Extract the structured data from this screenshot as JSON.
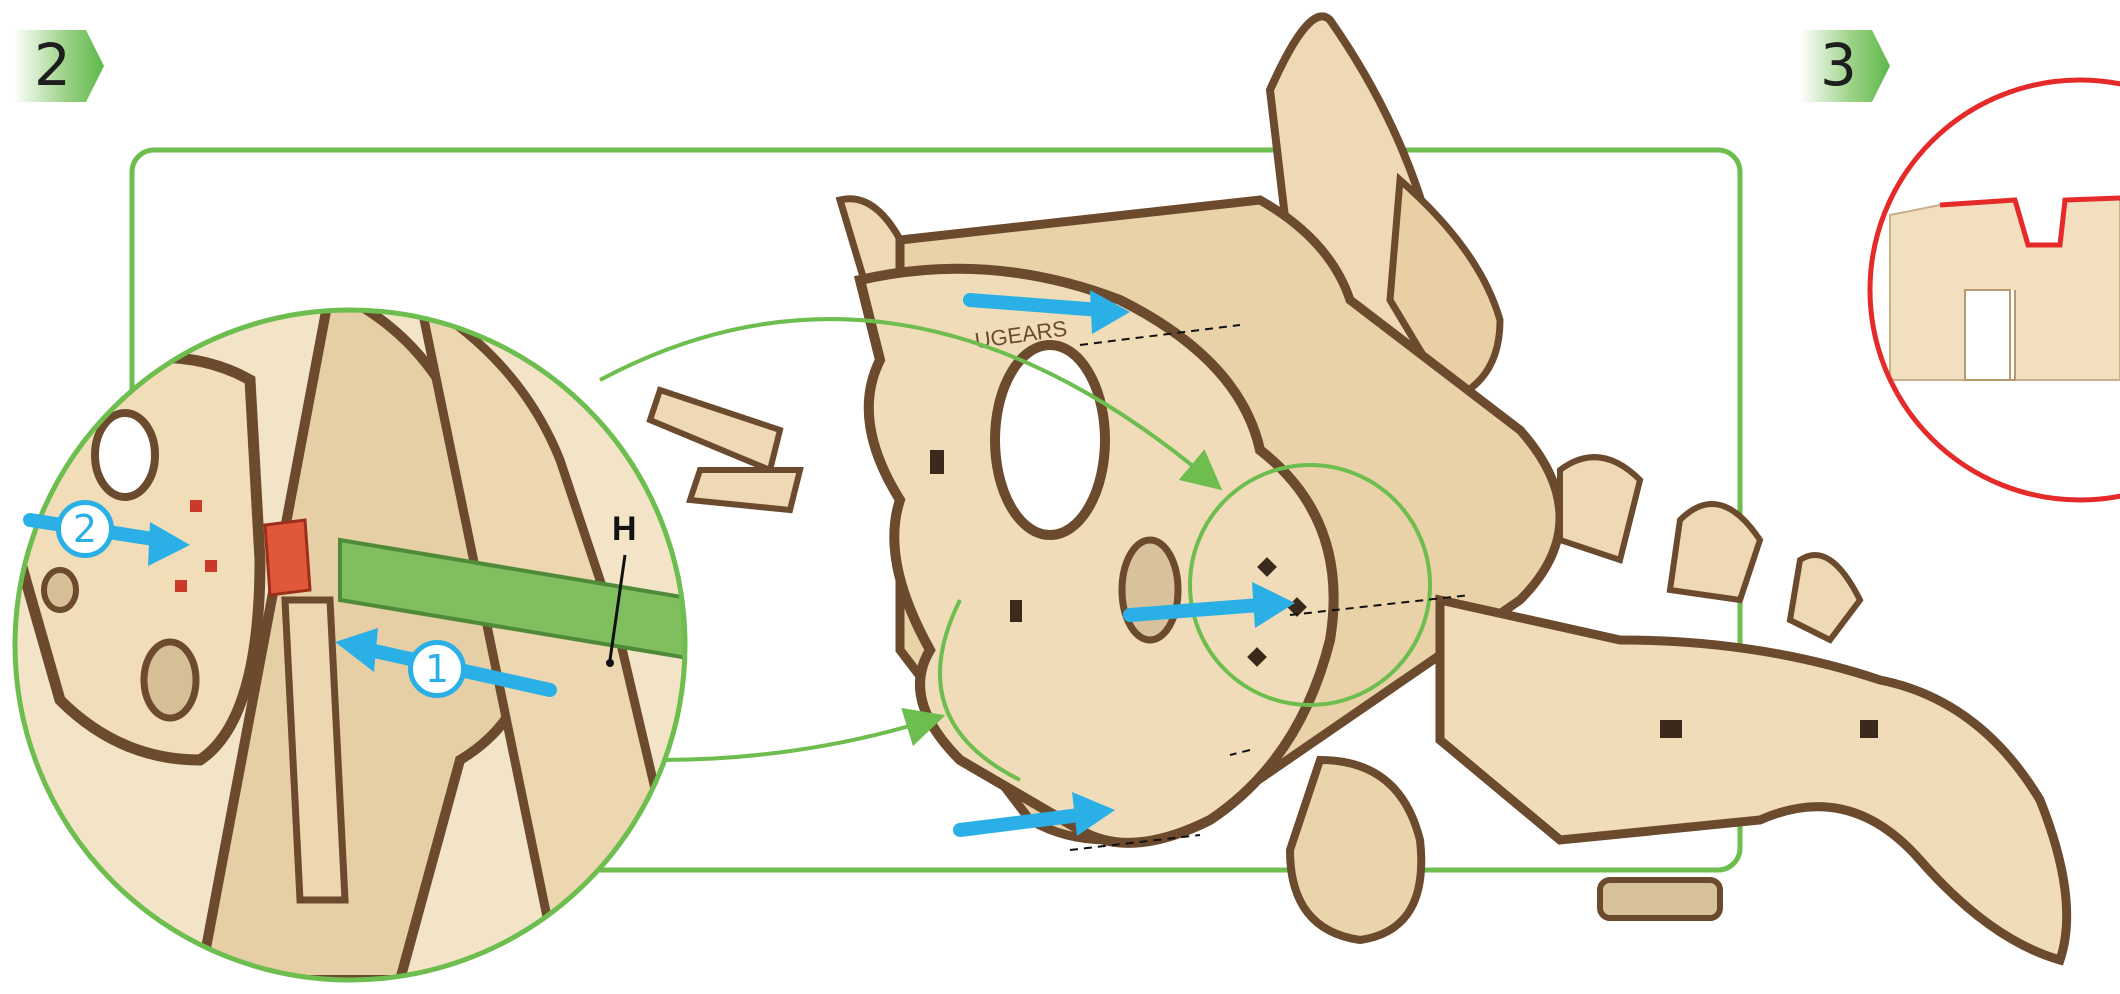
{
  "steps": {
    "step_a": {
      "number": "2"
    },
    "step_b": {
      "number": "3"
    }
  },
  "detail": {
    "part_label": "H",
    "marker_1": "1",
    "marker_2": "2",
    "logo_text": "UGEARS"
  },
  "colors": {
    "badge_green": "#5db84a",
    "frame_green": "#6dbd4f",
    "arrow_blue": "#2ab0e6",
    "highlight_red": "#e52a2a",
    "plywood": "#efd9b4",
    "plywood_edge": "#6b4a2e",
    "green_tool": "#7fbf5e",
    "red_part": "#e0573a"
  }
}
